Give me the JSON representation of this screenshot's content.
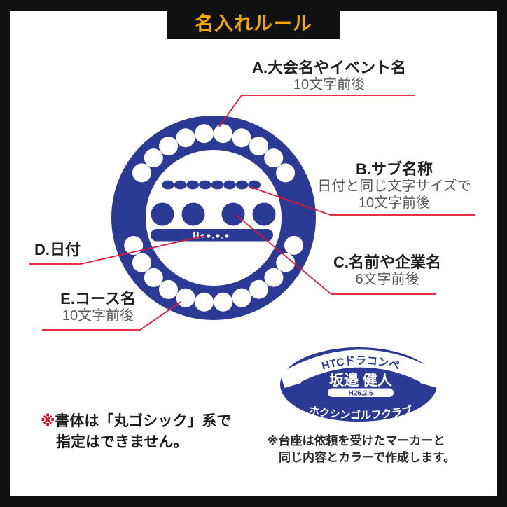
{
  "header": {
    "title": "名入れルール",
    "text_color": "#f2a800",
    "bg_color": "#101010"
  },
  "colors": {
    "navy": "#2b3a94",
    "leader_red": "#e8112d",
    "label_black": "#1f1f1f",
    "sub_gray": "#595959"
  },
  "annotations": {
    "a": {
      "label": "A.大会名やイベント名",
      "sub": "10文字前後"
    },
    "b": {
      "label": "B.サブ名称",
      "sub1": "日付と同じ文字サイズで",
      "sub2": "10文字前後"
    },
    "c": {
      "label": "C.名前や企業名",
      "sub": "6文字前後"
    },
    "d": {
      "label": "D.日付"
    },
    "e": {
      "label": "E.コース名",
      "sub": "10文字前後"
    }
  },
  "marker": {
    "date_placeholder": "H●●.●.●"
  },
  "badge": {
    "ribbon_text": "HTCドラコンペ",
    "name": "坂邉 健人",
    "date": "H26.2.6",
    "club": "ホクシンゴルフクラブ"
  },
  "notes": {
    "font_mark": "※",
    "font_line1": "書体は「丸ゴシック」系で",
    "font_line2": "指定はできません。",
    "base_line1": "※台座は依頼を受けたマーカーと",
    "base_line2": "同じ内容とカラーで作成します。"
  }
}
